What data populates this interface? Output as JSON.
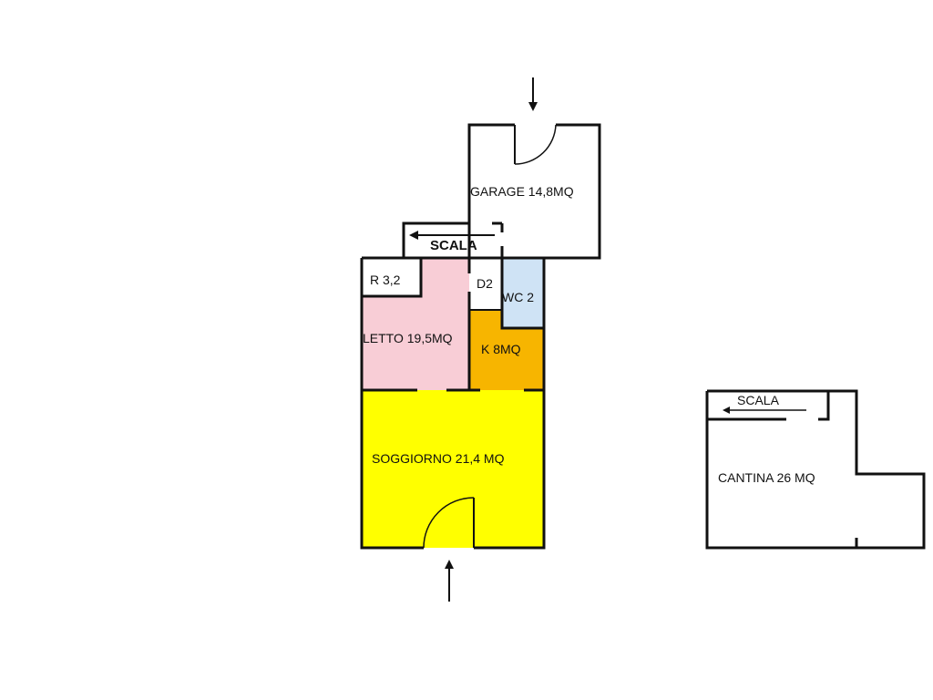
{
  "plan": {
    "colors": {
      "letto": "#f8cdd6",
      "k": "#f7b500",
      "wc": "#cfe3f5",
      "soggiorno": "#ffff00",
      "wall": "#111111"
    },
    "rooms": {
      "garage": "GARAGE 14,8MQ",
      "scala_top": "SCALA",
      "r": "R 3,2",
      "d": "D2",
      "wc": "WC 2",
      "letto": "LETTO 19,5MQ",
      "k": "K 8MQ",
      "soggiorno": "SOGGIORNO 21,4 MQ",
      "scala_cantina": "SCALA",
      "cantina": "CANTINA 26 MQ"
    }
  }
}
